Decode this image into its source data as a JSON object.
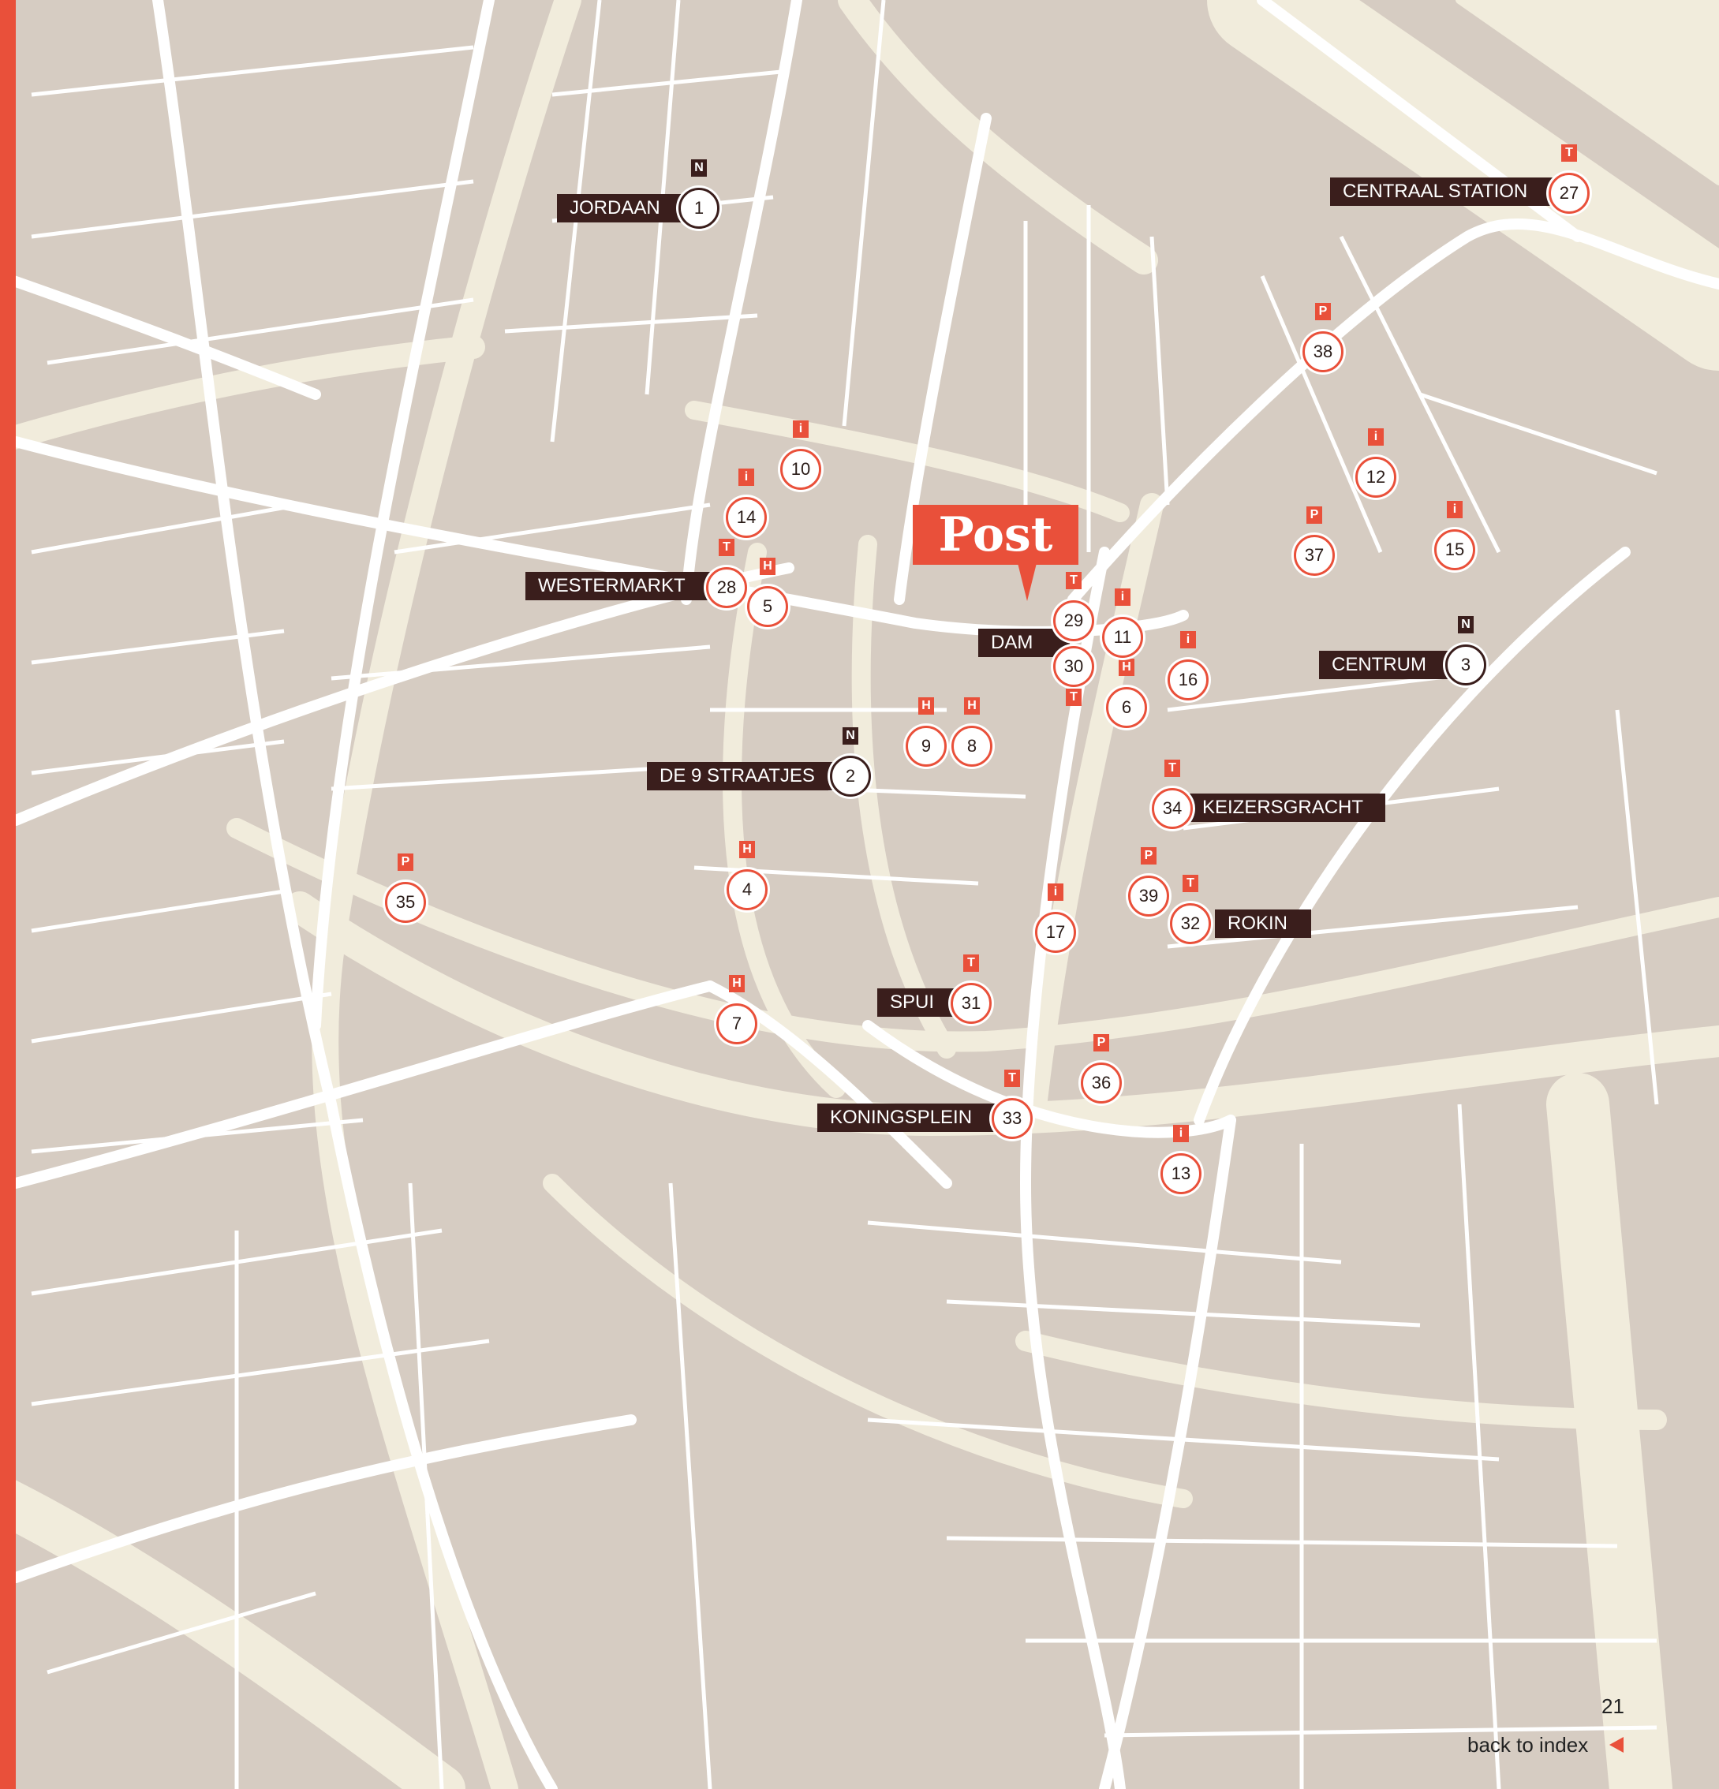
{
  "brand": {
    "name": "Post",
    "accent": "#e9503a",
    "dark": "#3a1e1c",
    "land": "#d6ccc2",
    "canal": "#f1ecdc",
    "street": "#ffffff"
  },
  "markers": [
    {
      "n": "1",
      "t": "N",
      "dark": true
    },
    {
      "n": "2",
      "t": "N",
      "dark": true
    },
    {
      "n": "3",
      "t": "N",
      "dark": true
    },
    {
      "n": "4",
      "t": "H"
    },
    {
      "n": "5",
      "t": "H"
    },
    {
      "n": "6",
      "t": "H"
    },
    {
      "n": "7",
      "t": "H"
    },
    {
      "n": "8",
      "t": "H"
    },
    {
      "n": "9",
      "t": "H"
    },
    {
      "n": "10",
      "t": "i"
    },
    {
      "n": "11",
      "t": "i"
    },
    {
      "n": "12",
      "t": "i"
    },
    {
      "n": "13",
      "t": "i"
    },
    {
      "n": "14",
      "t": "i"
    },
    {
      "n": "15",
      "t": "i"
    },
    {
      "n": "16",
      "t": "i"
    },
    {
      "n": "17",
      "t": "i"
    },
    {
      "n": "27",
      "t": "T"
    },
    {
      "n": "28",
      "t": "T"
    },
    {
      "n": "29",
      "t": "T"
    },
    {
      "n": "30",
      "t": "T"
    },
    {
      "n": "31",
      "t": "T"
    },
    {
      "n": "32",
      "t": "T"
    },
    {
      "n": "33",
      "t": "T"
    },
    {
      "n": "34",
      "t": "T"
    },
    {
      "n": "35",
      "t": "P"
    },
    {
      "n": "36",
      "t": "P"
    },
    {
      "n": "37",
      "t": "P"
    },
    {
      "n": "38",
      "t": "P"
    },
    {
      "n": "39",
      "t": "P"
    }
  ],
  "labels": [
    "JORDAAN",
    "CENTRAAL STATION",
    "WESTERMARKT",
    "DAM",
    "CENTRUM",
    "DE 9 STRAATJES",
    "KEIZERSGRACHT",
    "ROKIN",
    "SPUI",
    "KONINGSPLEIN"
  ],
  "footer": {
    "page": "21",
    "back": "back to index"
  }
}
